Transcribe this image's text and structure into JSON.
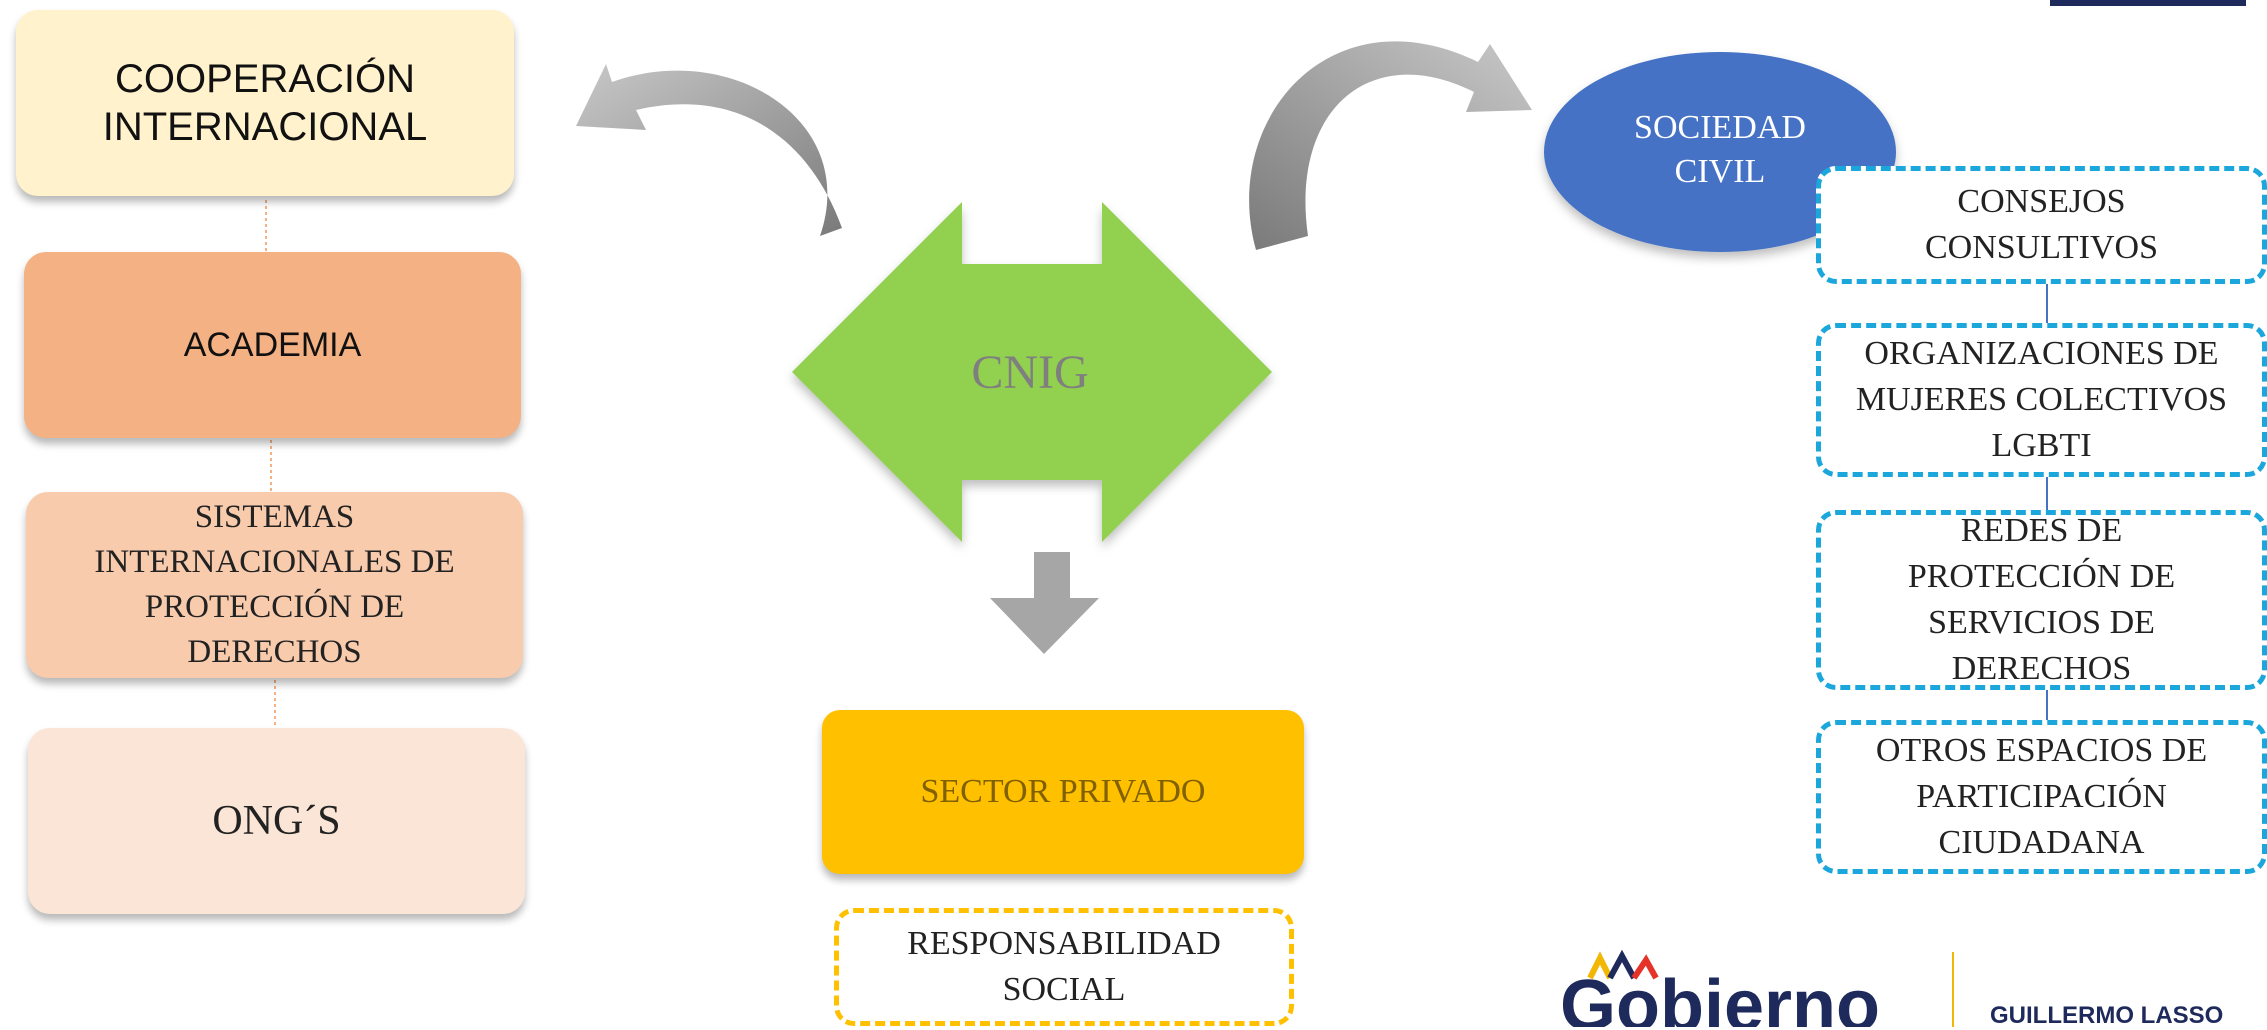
{
  "left_column": {
    "cooperacion": "COOPERACIÓN INTERNACIONAL",
    "academia": "ACADEMIA",
    "sistemas": "SISTEMAS INTERNACIONALES DE PROTECCIÓN DE DERECHOS",
    "ongs": "ONG´S"
  },
  "center": {
    "cnig": "CNIG",
    "sector_privado": "SECTOR PRIVADO",
    "responsabilidad_social": "RESPONSABILIDAD SOCIAL"
  },
  "right_column": {
    "sociedad_civil": "SOCIEDAD CIVIL",
    "items": [
      "CONSEJOS CONSULTIVOS",
      "ORGANIZACIONES DE MUJERES COLECTIVOS LGBTI",
      "REDES DE PROTECCIÓN DE SERVICIOS DE DERECHOS",
      "OTROS ESPACIOS DE PARTICIPACIÓN CIUDADANA"
    ]
  },
  "footer": {
    "logo_word": "Gobierno",
    "logo_name": "GUILLERMO LASSO"
  },
  "colors": {
    "cooperacion": "#fff2cc",
    "academia": "#f4b183",
    "sistemas": "#f8cbad",
    "ongs": "#fbe5d6",
    "cnig_arrow": "#92d050",
    "cnig_text": "#7f7f7f",
    "sector_privado": "#ffc000",
    "sector_privado_text": "#806000",
    "sociedad_civil": "#4472c4",
    "dashed_blue": "#1ba6dc",
    "dashed_yellow": "#ffc000",
    "curved_arrow": "#8c8c8c",
    "logo_navy": "#1f2a5c"
  }
}
